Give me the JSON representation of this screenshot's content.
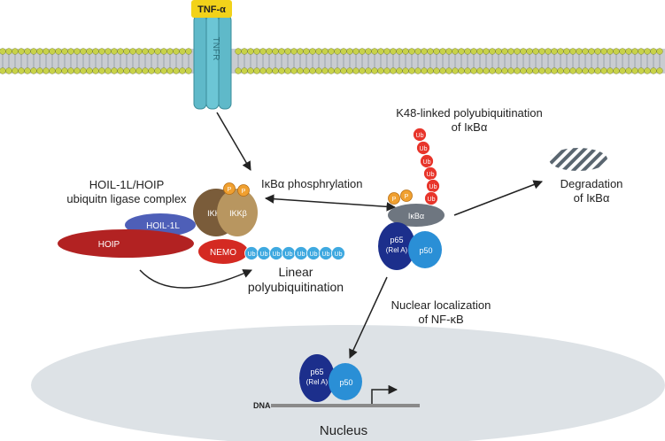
{
  "labels": {
    "tnf": "TNF-α",
    "tnfr": "TNFR",
    "k48_line1": "K48-linked polyubiquitination",
    "k48_line2": "of IκBα",
    "hoil_line1": "HOIL-1L/HOIP",
    "hoil_line2": "ubiquitn ligase complex",
    "ikba_phos": "IκBα phosphrylation",
    "degradation_line1": "Degradation",
    "degradation_line2": "of IκBα",
    "linear_line1": "Linear",
    "linear_line2": "polyubiquitination",
    "nuclear_line1": "Nuclear localization",
    "nuclear_line2": "of NF-κB",
    "dna": "DNA",
    "nucleus": "Nucleus"
  },
  "proteins": {
    "hoil1l": "HOIL-1L",
    "hoip": "HOIP",
    "ikka": "IKKα",
    "ikkb": "IKKβ",
    "nemo": "NEMO",
    "ikba": "IκBα",
    "p65_line1": "p65",
    "p65_line2": "(Rel A)",
    "p50": "p50",
    "ub": "Ub",
    "p": "P"
  },
  "colors": {
    "membrane_head": "#c8d24a",
    "membrane_tail": "#9aa3ad",
    "receptor": "#5fb9c9",
    "hoil1l": "#4e5fb8",
    "hoip": "#b22222",
    "ikka": "#7a5c3a",
    "ikkb": "#b89660",
    "nemo": "#d42a22",
    "ub_linear": "#3fa9e0",
    "ub_k48": "#e8352b",
    "phospho": "#f0a030",
    "ikba": "#6e7680",
    "p65": "#1c2f8c",
    "p50": "#2a8fd6",
    "nucleus": "#dde2e6",
    "dna": "#8a8a8a"
  }
}
